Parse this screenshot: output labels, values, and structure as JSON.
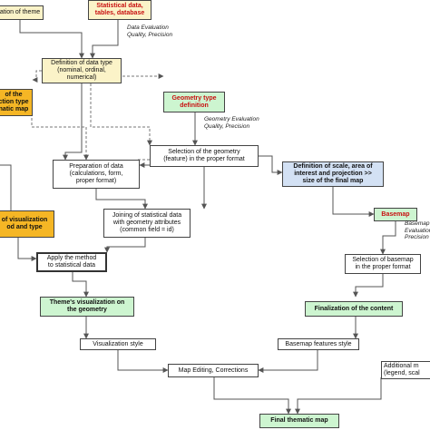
{
  "boxes": {
    "theme_definition": "ation of theme",
    "statistical_data": "Statistical data,\ntables, database",
    "data_type": "Definition of data type\n(nominal, ordinal, numerical)",
    "projection_type": "of the\nction type\nnatic map",
    "geometry_type": "Geometry type\ndefinition",
    "preparation": "Preparation of data\n(calculations, form,\nproper format)",
    "selection_geometry": "Selection of the geometry\n(feature) in the proper format",
    "scale_definition": "Definition of scale, area of\ninterest and projection >>\nsize of the final map",
    "visualization_method": "of visualization\nod and type",
    "joining": "Joining of statistical data\nwith geometry attributes\n(common field = id)",
    "basemap": "Basemap",
    "apply_method": "Apply the method\nto statistical data",
    "selection_basemap": "Selection of basemap\nin the proper format",
    "theme_visualization": "Theme's visualization on\nthe geometry",
    "finalization": "Finalization of the content",
    "visualization_style": "Visualization style",
    "basemap_style": "Basemap features style",
    "map_editing": "Map Editing, Corrections",
    "additional": "Additional m\n(legend, scal",
    "final_map": "Final thematic map"
  },
  "notes": {
    "data_evaluation": "Data Evaluation\nQuality, Precision",
    "geometry_evaluation": "Geometry Evaluation\nQuality, Precision",
    "basemap_evaluation": "Basemap\nEvaluation\nPrecision"
  },
  "colors": {
    "green": "#cdf5d0",
    "orange": "#f5b625",
    "yellow": "#fbf3c8",
    "blue": "#d3e1f4",
    "red_text": "#c81010",
    "line": "#555555"
  }
}
